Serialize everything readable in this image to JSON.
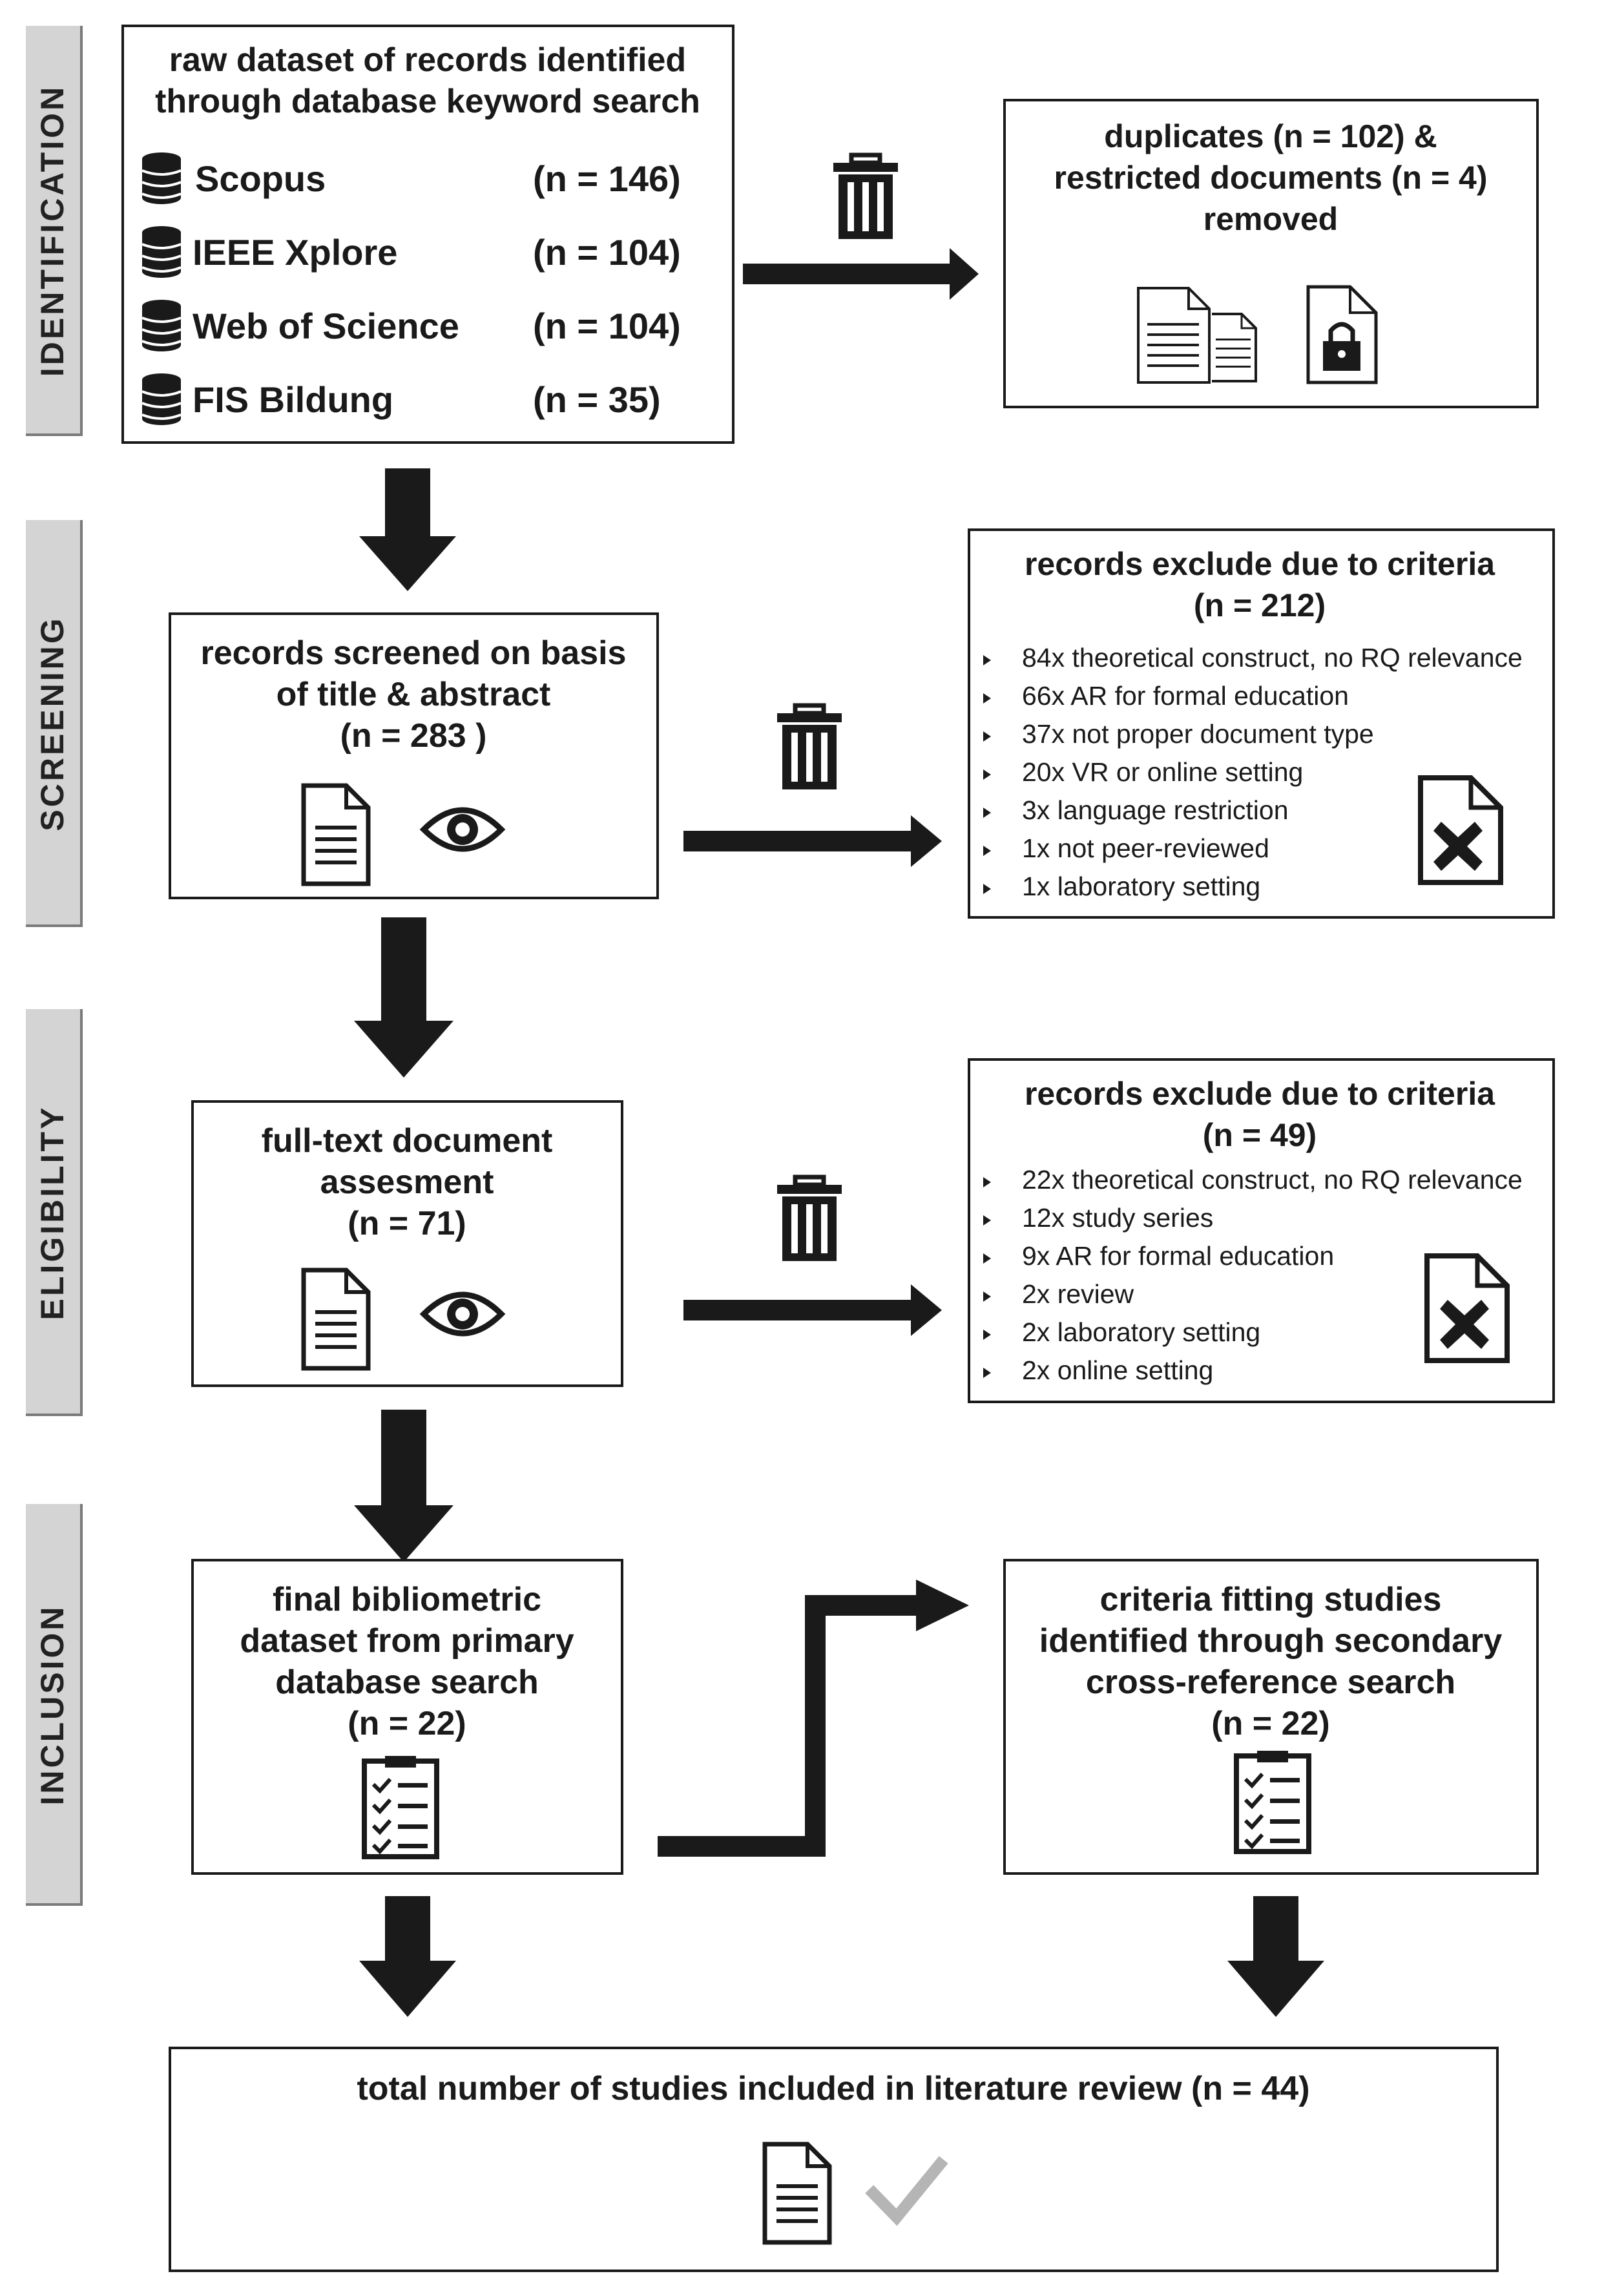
{
  "stages": [
    "IDENTIFICATION",
    "SCREENING",
    "ELIGIBILITY",
    "INCLUSION"
  ],
  "identification": {
    "raw": {
      "title_lines": [
        "raw dataset of records identified",
        "through database keyword search"
      ],
      "databases": [
        {
          "name": "Scopus",
          "count": "(n = 146)"
        },
        {
          "name": "IEEE Xplore",
          "count": "(n = 104)"
        },
        {
          "name": "Web of Science",
          "count": "(n = 104)"
        },
        {
          "name": "FIS Bildung",
          "count": "(n = 35)"
        }
      ]
    },
    "removed": {
      "lines": [
        "duplicates (n = 102) &",
        "restricted documents (n = 4)",
        "removed"
      ]
    }
  },
  "screening": {
    "main": {
      "lines": [
        "records screened on basis",
        "of title & abstract",
        "(n = 283 )"
      ]
    },
    "excluded": {
      "title_lines": [
        "records exclude due to criteria",
        "(n = 212)"
      ],
      "items": [
        "84x theoretical construct, no RQ relevance",
        "66x AR for formal education",
        "37x not proper document type",
        "20x VR or online setting",
        "3x language restriction",
        "1x not peer-reviewed",
        "1x laboratory setting"
      ]
    }
  },
  "eligibility": {
    "main": {
      "lines": [
        "full-text document",
        "assesment",
        "(n = 71)"
      ]
    },
    "excluded": {
      "title_lines": [
        "records exclude due to criteria",
        "(n = 49)"
      ],
      "items": [
        "22x theoretical construct, no RQ relevance",
        "12x study series",
        "9x AR for formal education",
        "2x review",
        "2x laboratory setting",
        "2x online setting"
      ]
    }
  },
  "inclusion": {
    "primary": {
      "lines": [
        "final bibliometric",
        "dataset from primary",
        "database search",
        "(n = 22)"
      ]
    },
    "secondary": {
      "lines": [
        "criteria fitting studies",
        "identified through secondary",
        "cross-reference search",
        "(n = 22)"
      ]
    }
  },
  "total": {
    "label": "total number of studies included in literature review (n = 44)"
  },
  "colors": {
    "stage_fill": "#d4d4d4",
    "stage_shadow": "#7a7a7a",
    "ink": "#1a1a1a",
    "check": "#b5b5b5"
  }
}
